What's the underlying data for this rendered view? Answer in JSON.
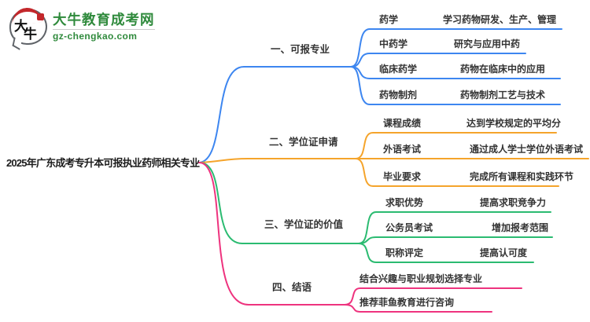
{
  "logo": {
    "icon_text_1": "大",
    "icon_text_2": "牛",
    "site_name": "大牛教育成考网",
    "site_url": "gz-chengkao.com",
    "brand_color": "#2f8a3c",
    "seal_color": "#c3272b"
  },
  "root": {
    "title": "2025年广东成考专升本可报执业药师相关专业"
  },
  "branches": [
    {
      "label": "一、可报专业",
      "color": "#3D86F0",
      "children": [
        {
          "label": "药学",
          "desc": "学习药物研发、生产、管理"
        },
        {
          "label": "中药学",
          "desc": "研究与应用中药"
        },
        {
          "label": "临床药学",
          "desc": "药物在临床中的应用"
        },
        {
          "label": "药物制剂",
          "desc": "药物制剂工艺与技术"
        }
      ]
    },
    {
      "label": "二、学位证申请",
      "color": "#F5A42B",
      "children": [
        {
          "label": "课程成绩",
          "desc": "达到学校规定的平均分"
        },
        {
          "label": "外语考试",
          "desc": "通过成人学士学位外语考试"
        },
        {
          "label": "毕业要求",
          "desc": "完成所有课程和实践环节"
        }
      ]
    },
    {
      "label": "三、学位证的价值",
      "color": "#2BBB71",
      "children": [
        {
          "label": "求职优势",
          "desc": "提高求职竞争力"
        },
        {
          "label": "公务员考试",
          "desc": "增加报考范围"
        },
        {
          "label": "职称评定",
          "desc": "提高认可度"
        }
      ]
    },
    {
      "label": "四、结语",
      "color": "#EE337E",
      "children": [
        {
          "label": "结合兴趣与职业规划选择专业",
          "desc": ""
        },
        {
          "label": "推荐菲鱼教育进行咨询",
          "desc": ""
        }
      ]
    }
  ]
}
